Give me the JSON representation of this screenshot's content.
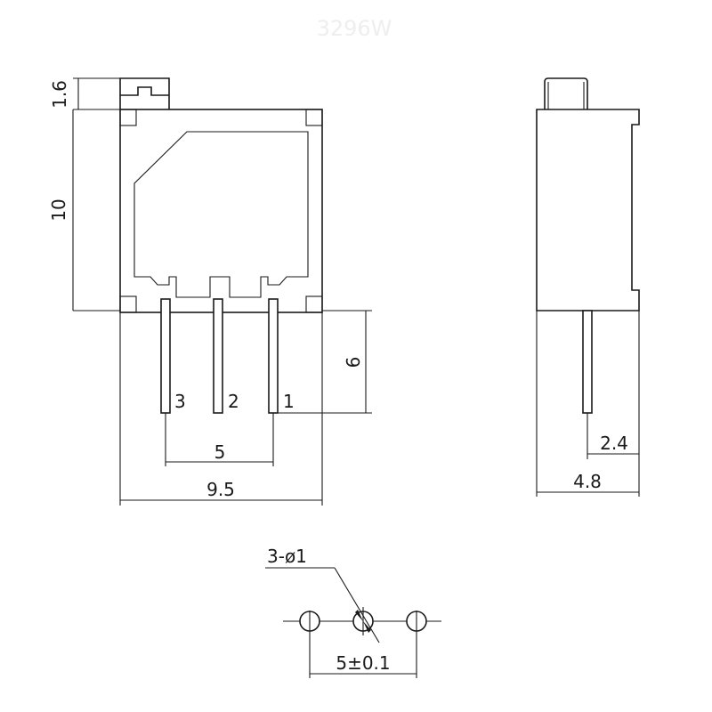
{
  "drawing": {
    "top_label": "3296W",
    "front_view": {
      "dim_cap_height": "1.6",
      "dim_body_height": "10",
      "dim_pin_length": "6",
      "dim_pin_pitch": "5",
      "dim_body_width": "9.5",
      "pin_labels": [
        "3",
        "2",
        "1"
      ]
    },
    "side_view": {
      "dim_pin_offset": "2.4",
      "dim_body_depth": "4.8"
    },
    "footprint": {
      "hole_callout": "3-ø1",
      "dim_hole_pitch": "5±0.1"
    }
  }
}
